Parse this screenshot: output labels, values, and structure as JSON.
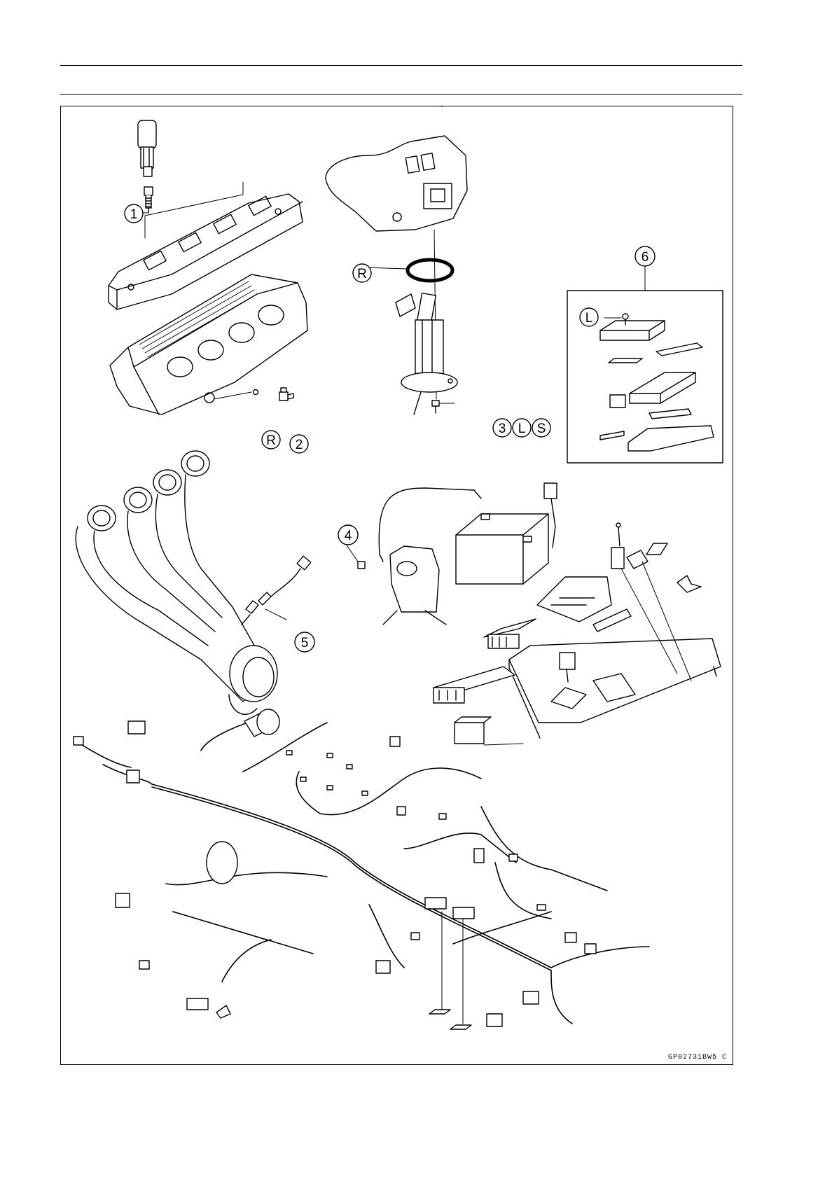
{
  "callouts": {
    "c1": "1",
    "c2": "2",
    "c3": "3",
    "c3_L": "L",
    "c3_S": "S",
    "c4": "4",
    "c5": "5",
    "c6": "6",
    "r_fuelpump": "R",
    "r_sensor": "R",
    "l_box6": "L"
  },
  "figure_code": "GP02731BW5 C"
}
